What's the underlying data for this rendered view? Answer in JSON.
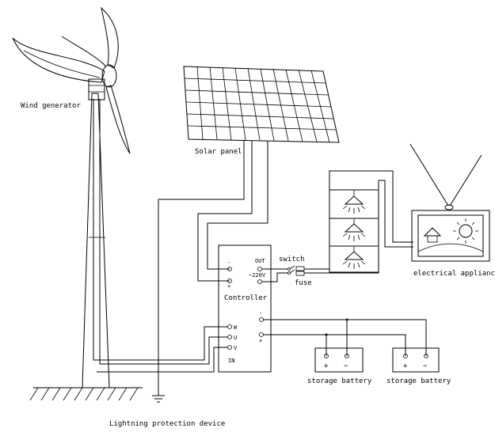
{
  "labels": {
    "wind_generator": "Wind generator",
    "solar_panel": "Solar panel",
    "controller": "Controller",
    "switch": "switch",
    "fuse": "fuse",
    "electrical_appliance": "electrical appliance",
    "storage_battery_1": "storage battery",
    "storage_battery_2": "storage battery",
    "lightning_protection": "Lightning protection device"
  },
  "controller_terminals": {
    "out": "OUT",
    "ac_220v": "~220V",
    "in": "IN",
    "w": "W",
    "u": "U",
    "v": "V",
    "pv_minus": "-",
    "pv_plus": "+",
    "bat_minus": "-",
    "bat_plus": "+"
  },
  "battery_terminals": {
    "plus": "+",
    "minus": "−"
  }
}
